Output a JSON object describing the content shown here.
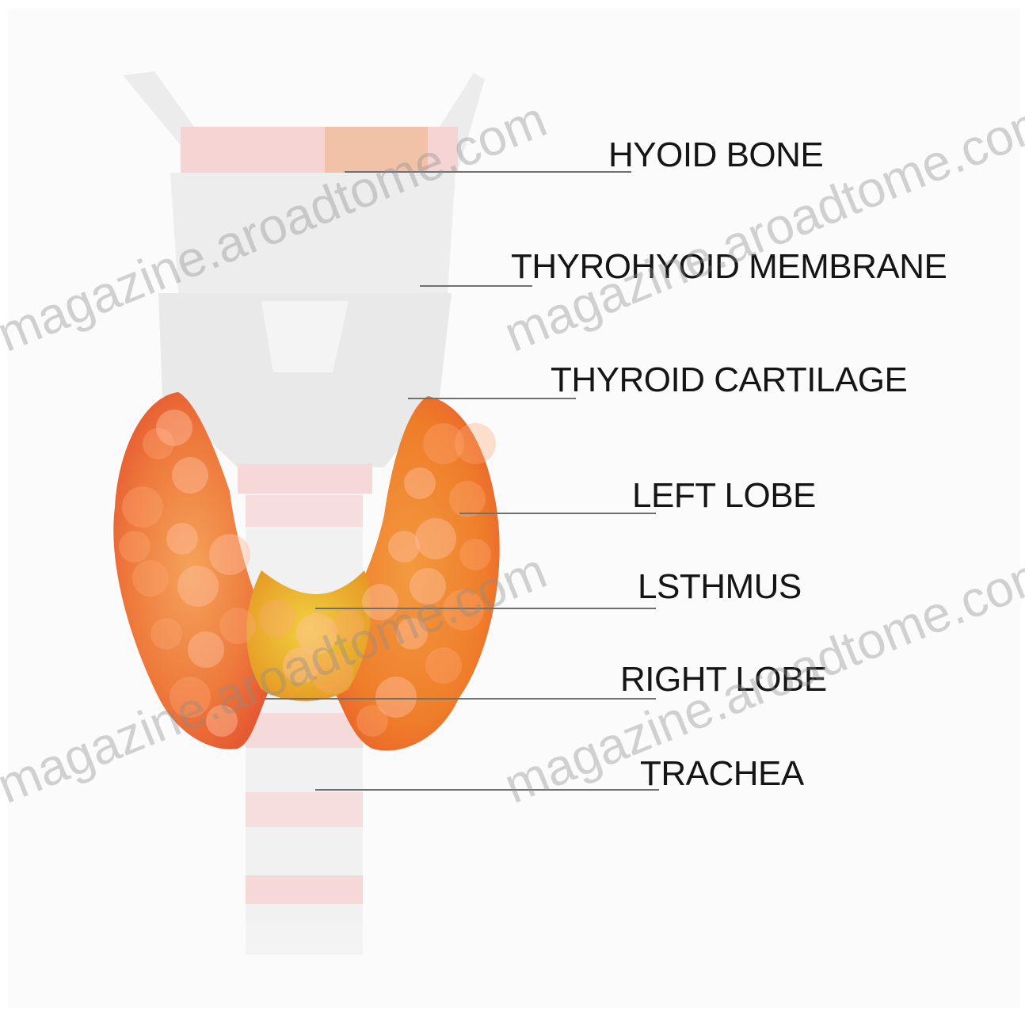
{
  "labels": {
    "hyoid_bone": "HYOID BONE",
    "thyrohyoid_membrane": "THYROHYOID MEMBRANE",
    "thyroid_cartilage": "THYROID CARTILAGE",
    "left_lobe": "LEFT LOBE",
    "isthmus": "LSTHMUS",
    "right_lobe": "RIGHT LOBE",
    "trachea": "TRACHEA"
  },
  "watermark": {
    "text": "magazine.aroadtome.com"
  },
  "colors": {
    "background": "#fbfbfb",
    "larynx": "#eeeeee",
    "cartilage_ring": "#f6dada",
    "hyoid_accent": "#f2c2a8",
    "gland_red": "#e8553a",
    "gland_orange": "#f08a2c",
    "gland_yellow": "#e9b52b",
    "leader_line": "#707070"
  }
}
